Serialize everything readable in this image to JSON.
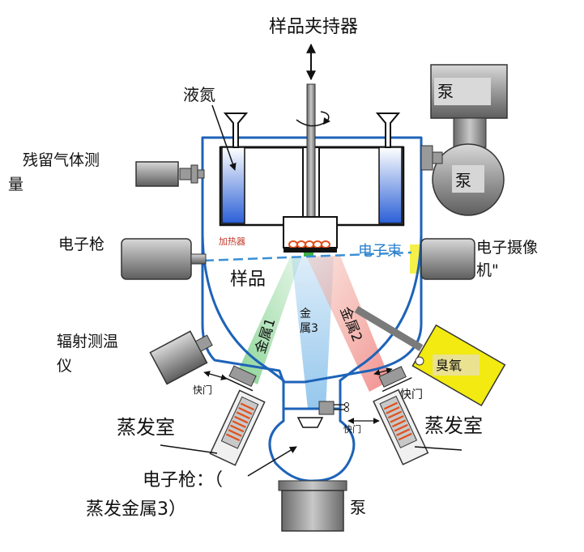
{
  "labels": {
    "sample_holder": "样品夹持器",
    "liquid_nitrogen": "液氮",
    "pump_top": "泵",
    "pump_side": "泵",
    "pump_bottom": "泵",
    "rga_line1": "残留气体测",
    "rga_line2": "量",
    "electron_gun": "电子枪",
    "heater": "加热器",
    "electron_beam": "电子束",
    "camera_line1": "电子摄像",
    "camera_line2": "机\"",
    "sample": "样品",
    "metal1": "金属1",
    "metal2": "金属2",
    "metal3_line1": "金",
    "metal3_line2": "属3",
    "pyrometer_line1": "辐射测温",
    "pyrometer_line2": "仪",
    "ozone": "臭氧",
    "shutter_left": "快门",
    "shutter_right": "快门",
    "shutter_center": "快门",
    "evap_left": "蒸发室",
    "evap_right": "蒸发室",
    "egun_bottom_line1": "电子枪：（",
    "egun_bottom_line2": "蒸发金属3）"
  },
  "colors": {
    "chamber_outline": "#1e63b8",
    "nitrogen_blue": "#2a5fd6",
    "beam_metal1": "#7ed08a",
    "beam_metal2": "#f08a8a",
    "beam_metal3": "#8fc4ec",
    "electron_beam": "#3a8fd6",
    "heater_coil": "#e0501c",
    "ozone_box": "#f2ea10",
    "pump_gray": "#8c8c8c"
  }
}
